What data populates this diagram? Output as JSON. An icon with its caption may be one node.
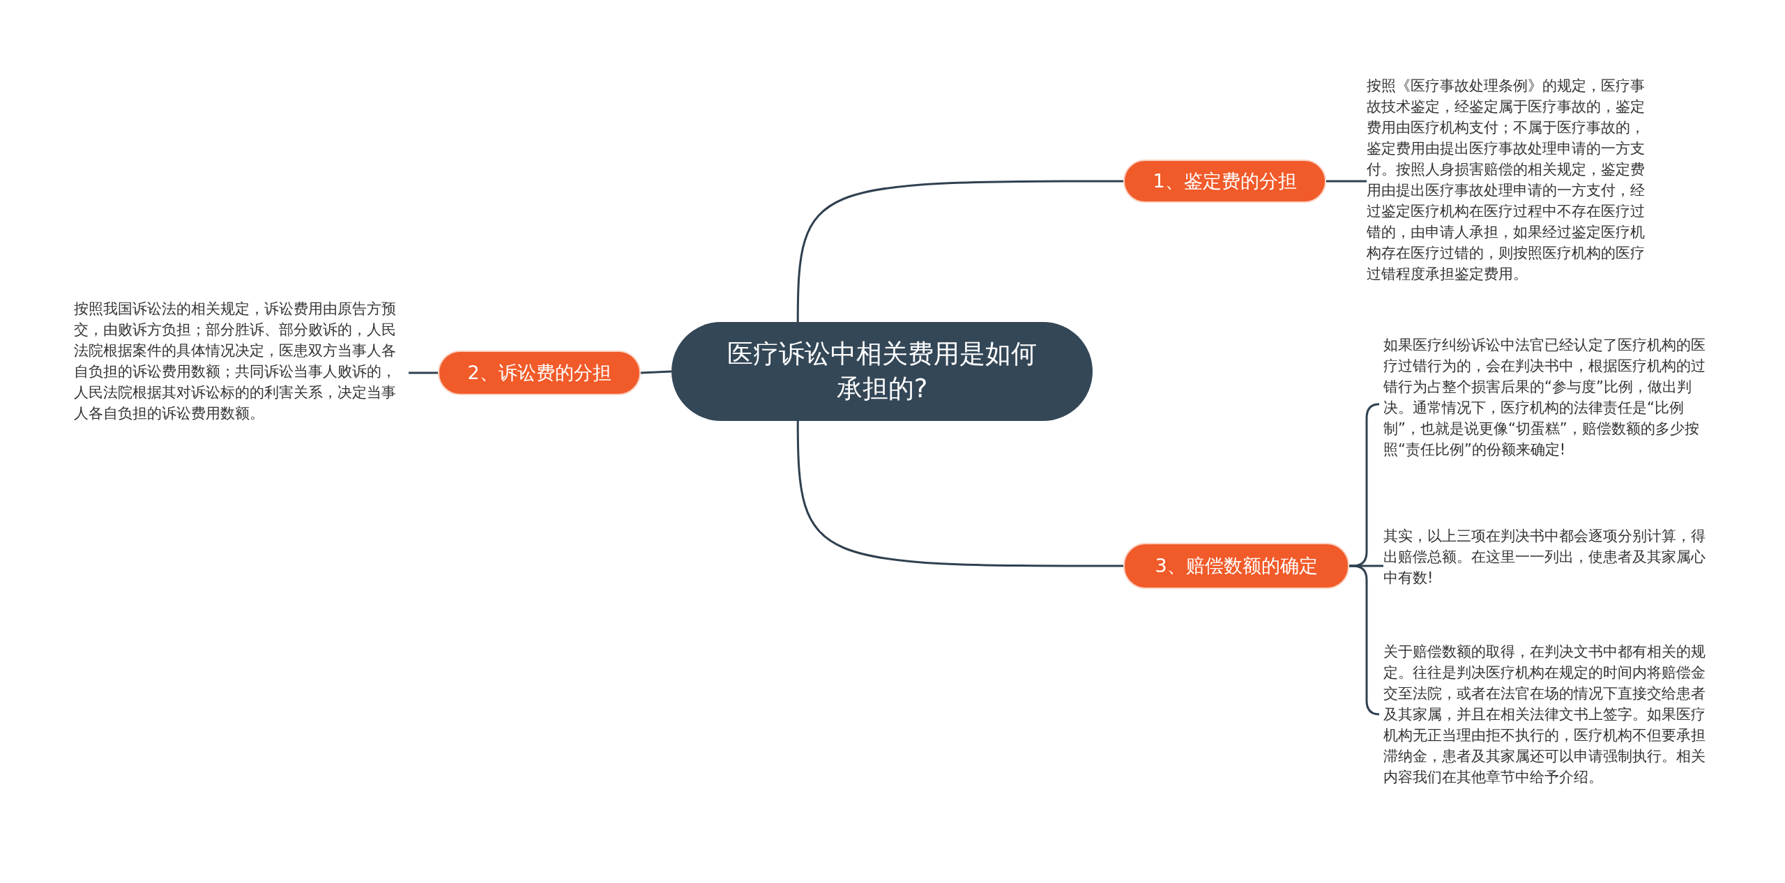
{
  "diagram": {
    "nodes": [
      {
        "text": [
          "医疗诉讼中相关费用是如何承担的?"
        ]
      },
      {
        "text": [
          "1、鉴定费的分担"
        ]
      },
      {
        "text": [
          "按照《医疗事故处理条例》的规定，医疗事故技术鉴定，经鉴定属于医疗事故的，鉴定费用由医疗机构支付；不属于医疗事故的，鉴定费用由提出医疗事故处理申请的一方支付。按照人身损害赔偿的相关规定，鉴定费用由提出医疗事故处理申请的一方支付，经过鉴定医疗机构在医疗过程中不存在医疗过错的，由申请人承担，如果经过鉴定医疗机构存在医疗过错的，则按照医疗机构的医疗过错程度承担鉴定费用。"
        ]
      },
      {
        "text": [
          "2、诉讼费的分担"
        ]
      },
      {
        "text": [
          "按照我国诉讼法的相关规定，诉讼费用由原告方预交，由败诉方负担；部分胜诉、部分败诉的，人民法院根据案件的具体情况决定，医患双方当事人各自负担的诉讼费用数额；共同诉讼当事人败诉的，人民法院根据其对诉讼标的的利害关系，决定当事人各自负担的诉讼费用数额。"
        ]
      },
      {
        "text": [
          "3、赔偿数额的确定"
        ]
      },
      {
        "text": [
          "如果医疗纠纷诉讼中法官已经认定了医疗机构的医疗过错行为的，会在判决书中，根据医疗机构的过错行为占整个损害后果的“参与度”比例，做出判决。通常情况下，医疗机构的法律责任是“比例制”，也就是说更像“切蛋糕”，赔偿数额的多少按照“责任比例”的份额来确定!"
        ]
      },
      {
        "text": [
          "其实，以上三项在判决书中都会逐项分别计算，得出赔偿总额。在这里一一列出，使患者及其家属心中有数!"
        ]
      },
      {
        "text": [
          "关于赔偿数额的取得，在判决文书中都有相关的规定。往往是判决医疗机构在规定的时间内将赔偿金交至法院，或者在法官在场的情况下直接交给患者及其家属，并且在相关法律文书上签字。如果医疗机构无正当理由拒不执行的，医疗机构不但要承担滞纳金，患者及其家属还可以申请强制执行。相关内容我们在其他章节中给予介绍。"
        ]
      }
    ],
    "edges": [
      {
        "from": 0,
        "to": 1,
        "arrow": "none"
      },
      {
        "from": 0,
        "to": 3,
        "arrow": "none"
      },
      {
        "from": 0,
        "to": 5,
        "arrow": "none"
      },
      {
        "from": 1,
        "to": 2,
        "arrow": "none"
      },
      {
        "from": 3,
        "to": 4,
        "arrow": "none"
      },
      {
        "from": 5,
        "to": 6,
        "arrow": "none"
      },
      {
        "from": 5,
        "to": 7,
        "arrow": "none"
      },
      {
        "from": 5,
        "to": 8,
        "arrow": "none"
      }
    ]
  }
}
